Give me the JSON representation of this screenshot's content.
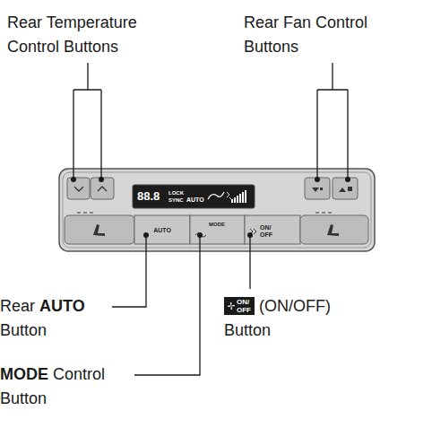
{
  "diagram": {
    "labels": [
      "Rear Temperature Control Buttons",
      "Rear Fan Control Buttons",
      "Rear",
      "AUTO",
      "Button",
      "MODE",
      "Control Button",
      "ON/ OFF",
      "(ON/OFF)",
      "Button",
      "88.8",
      "LOCK",
      "SYNC",
      "AUTO",
      "AUTO",
      "MODE",
      "ON/ OFF"
    ]
  }
}
